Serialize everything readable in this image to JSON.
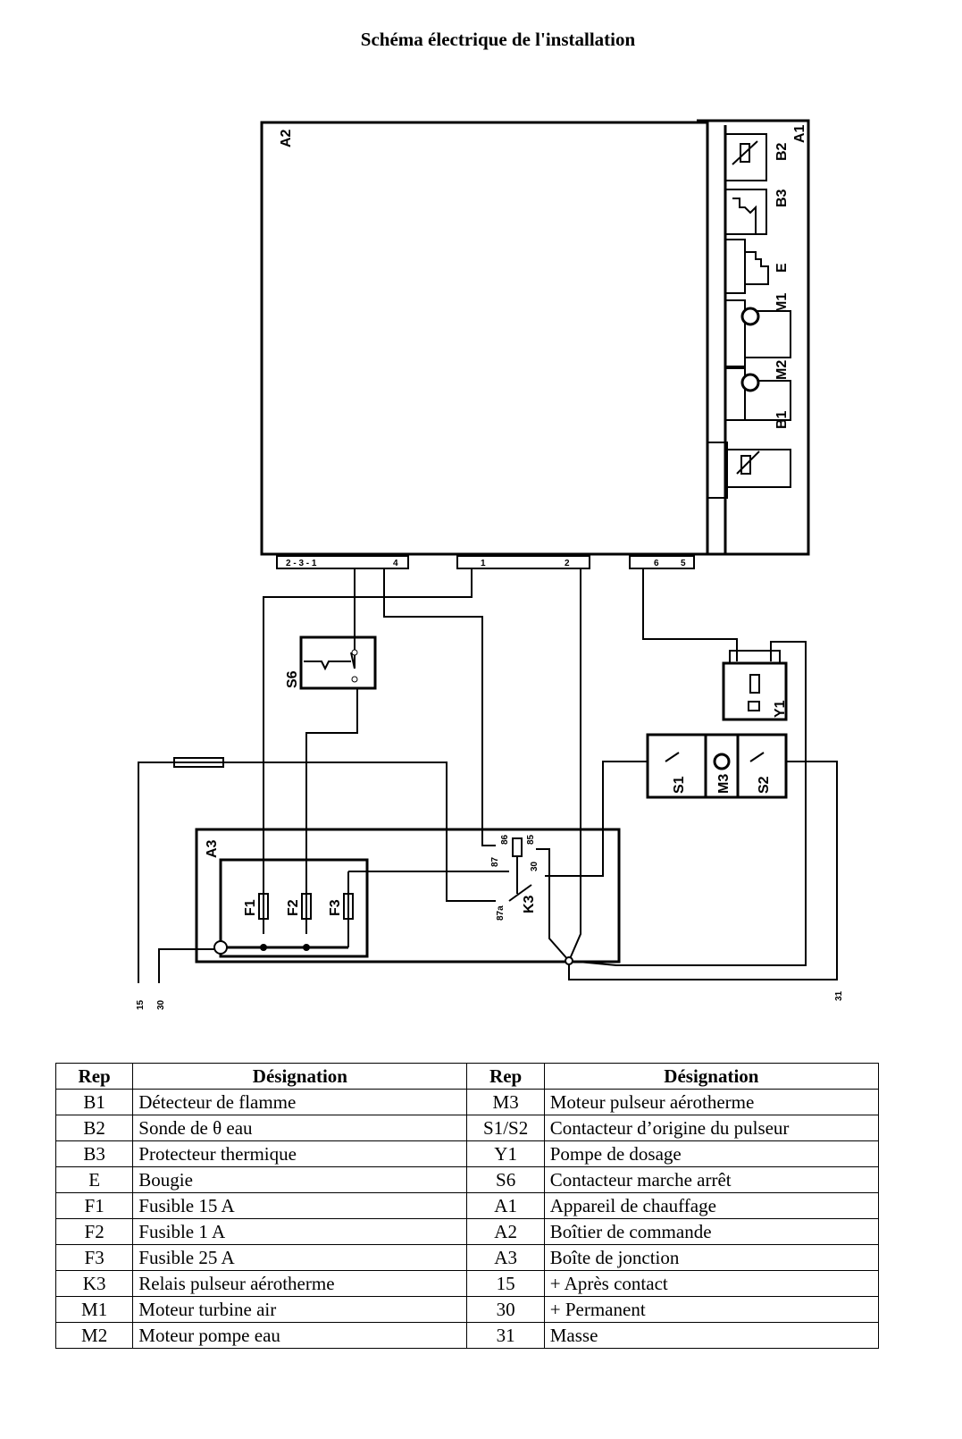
{
  "title": "Schéma électrique de l'installation",
  "diagram": {
    "labels": {
      "A1": "A1",
      "A2": "A2",
      "A3": "A3",
      "B1": "B1",
      "B2": "B2",
      "B3": "B3",
      "E": "E",
      "M1": "M1",
      "M2": "M2",
      "M3": "M3",
      "S1": "S1",
      "S2": "S2",
      "S6": "S6",
      "Y1": "Y1",
      "F1": "F1",
      "F2": "F2",
      "F3": "F3",
      "K3": "K3"
    },
    "terminals": {
      "t15": "15",
      "t30": "30",
      "t31": "31"
    },
    "relay_pins": {
      "p86": "86",
      "p85": "85",
      "p87": "87",
      "p87a": "87a",
      "p30": "30"
    },
    "connector_pins": {
      "c1": "2 - 3 - 1",
      "c1b": "4",
      "c2a": "1",
      "c2b": "2",
      "c3a": "6",
      "c3b": "5"
    }
  },
  "table": {
    "headers": [
      "Rep",
      "Désignation",
      "Rep",
      "Désignation"
    ],
    "rows": [
      [
        "B1",
        "Détecteur de flamme",
        "M3",
        "Moteur pulseur aérotherme"
      ],
      [
        "B2",
        "Sonde de θ eau",
        "S1/S2",
        "Contacteur d’origine du pulseur"
      ],
      [
        "B3",
        "Protecteur thermique",
        "Y1",
        "Pompe de dosage"
      ],
      [
        "E",
        "Bougie",
        "S6",
        "Contacteur marche arrêt"
      ],
      [
        "F1",
        "Fusible 15 A",
        "A1",
        "Appareil de chauffage"
      ],
      [
        "F2",
        "Fusible 1 A",
        "A2",
        "Boîtier de commande"
      ],
      [
        "F3",
        "Fusible 25 A",
        "A3",
        "Boîte de jonction"
      ],
      [
        "K3",
        "Relais pulseur aérotherme",
        "15",
        "+ Après contact"
      ],
      [
        "M1",
        "Moteur turbine air",
        "30",
        "+ Permanent"
      ],
      [
        "M2",
        "Moteur pompe eau",
        "31",
        "Masse"
      ]
    ]
  }
}
